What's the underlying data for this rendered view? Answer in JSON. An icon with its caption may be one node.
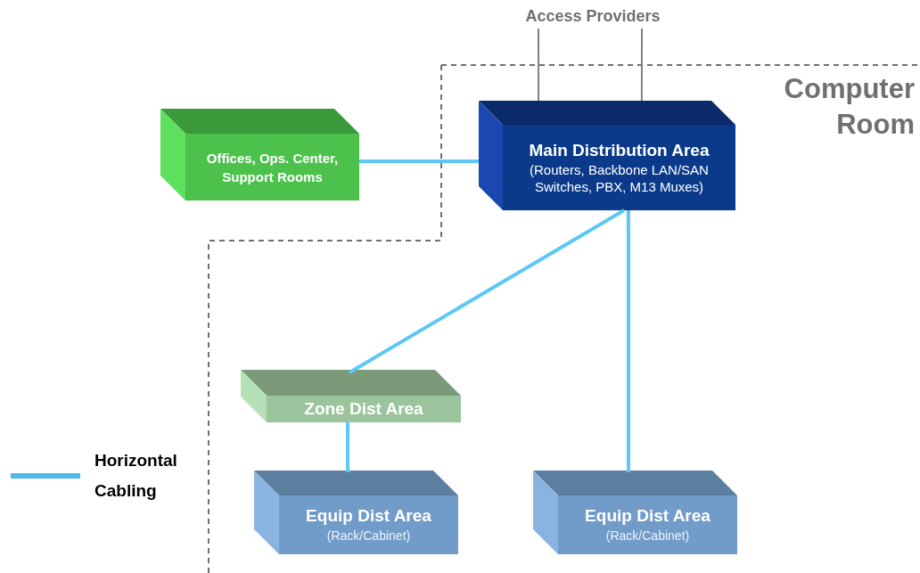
{
  "diagram": {
    "nodes": [
      {
        "text": [
          "Access Providers"
        ]
      },
      {
        "text": [
          "Computer Room"
        ]
      },
      {
        "text": [
          "Offices, Ops. Center, Support Rooms"
        ]
      },
      {
        "text": [
          "Main Distribution Area",
          "(Routers, Backbone LAN/SAN Switches, PBX, M13 Muxes)"
        ],
        "in": 1
      },
      {
        "text": [
          "Zone Dist Area"
        ],
        "in": 1
      },
      {
        "text": [
          "Equip Dist Area",
          "(Rack/Cabinet)"
        ],
        "in": 1
      },
      {
        "text": [
          "Equip Dist Area",
          "(Rack/Cabinet)"
        ],
        "in": 1
      }
    ],
    "edges": [
      {
        "from": 0,
        "to": 3,
        "arrow": "none",
        "color": "#808080"
      },
      {
        "from": 0,
        "to": 3,
        "arrow": "none",
        "color": "#808080"
      },
      {
        "from": 2,
        "to": 3,
        "arrow": "none"
      },
      {
        "from": 3,
        "to": 4,
        "arrow": "none"
      },
      {
        "from": 3,
        "to": 6,
        "arrow": "none"
      },
      {
        "from": 4,
        "to": 5,
        "arrow": "none"
      }
    ],
    "legend": [
      {
        "text": "Horizontal Cabling"
      }
    ]
  }
}
